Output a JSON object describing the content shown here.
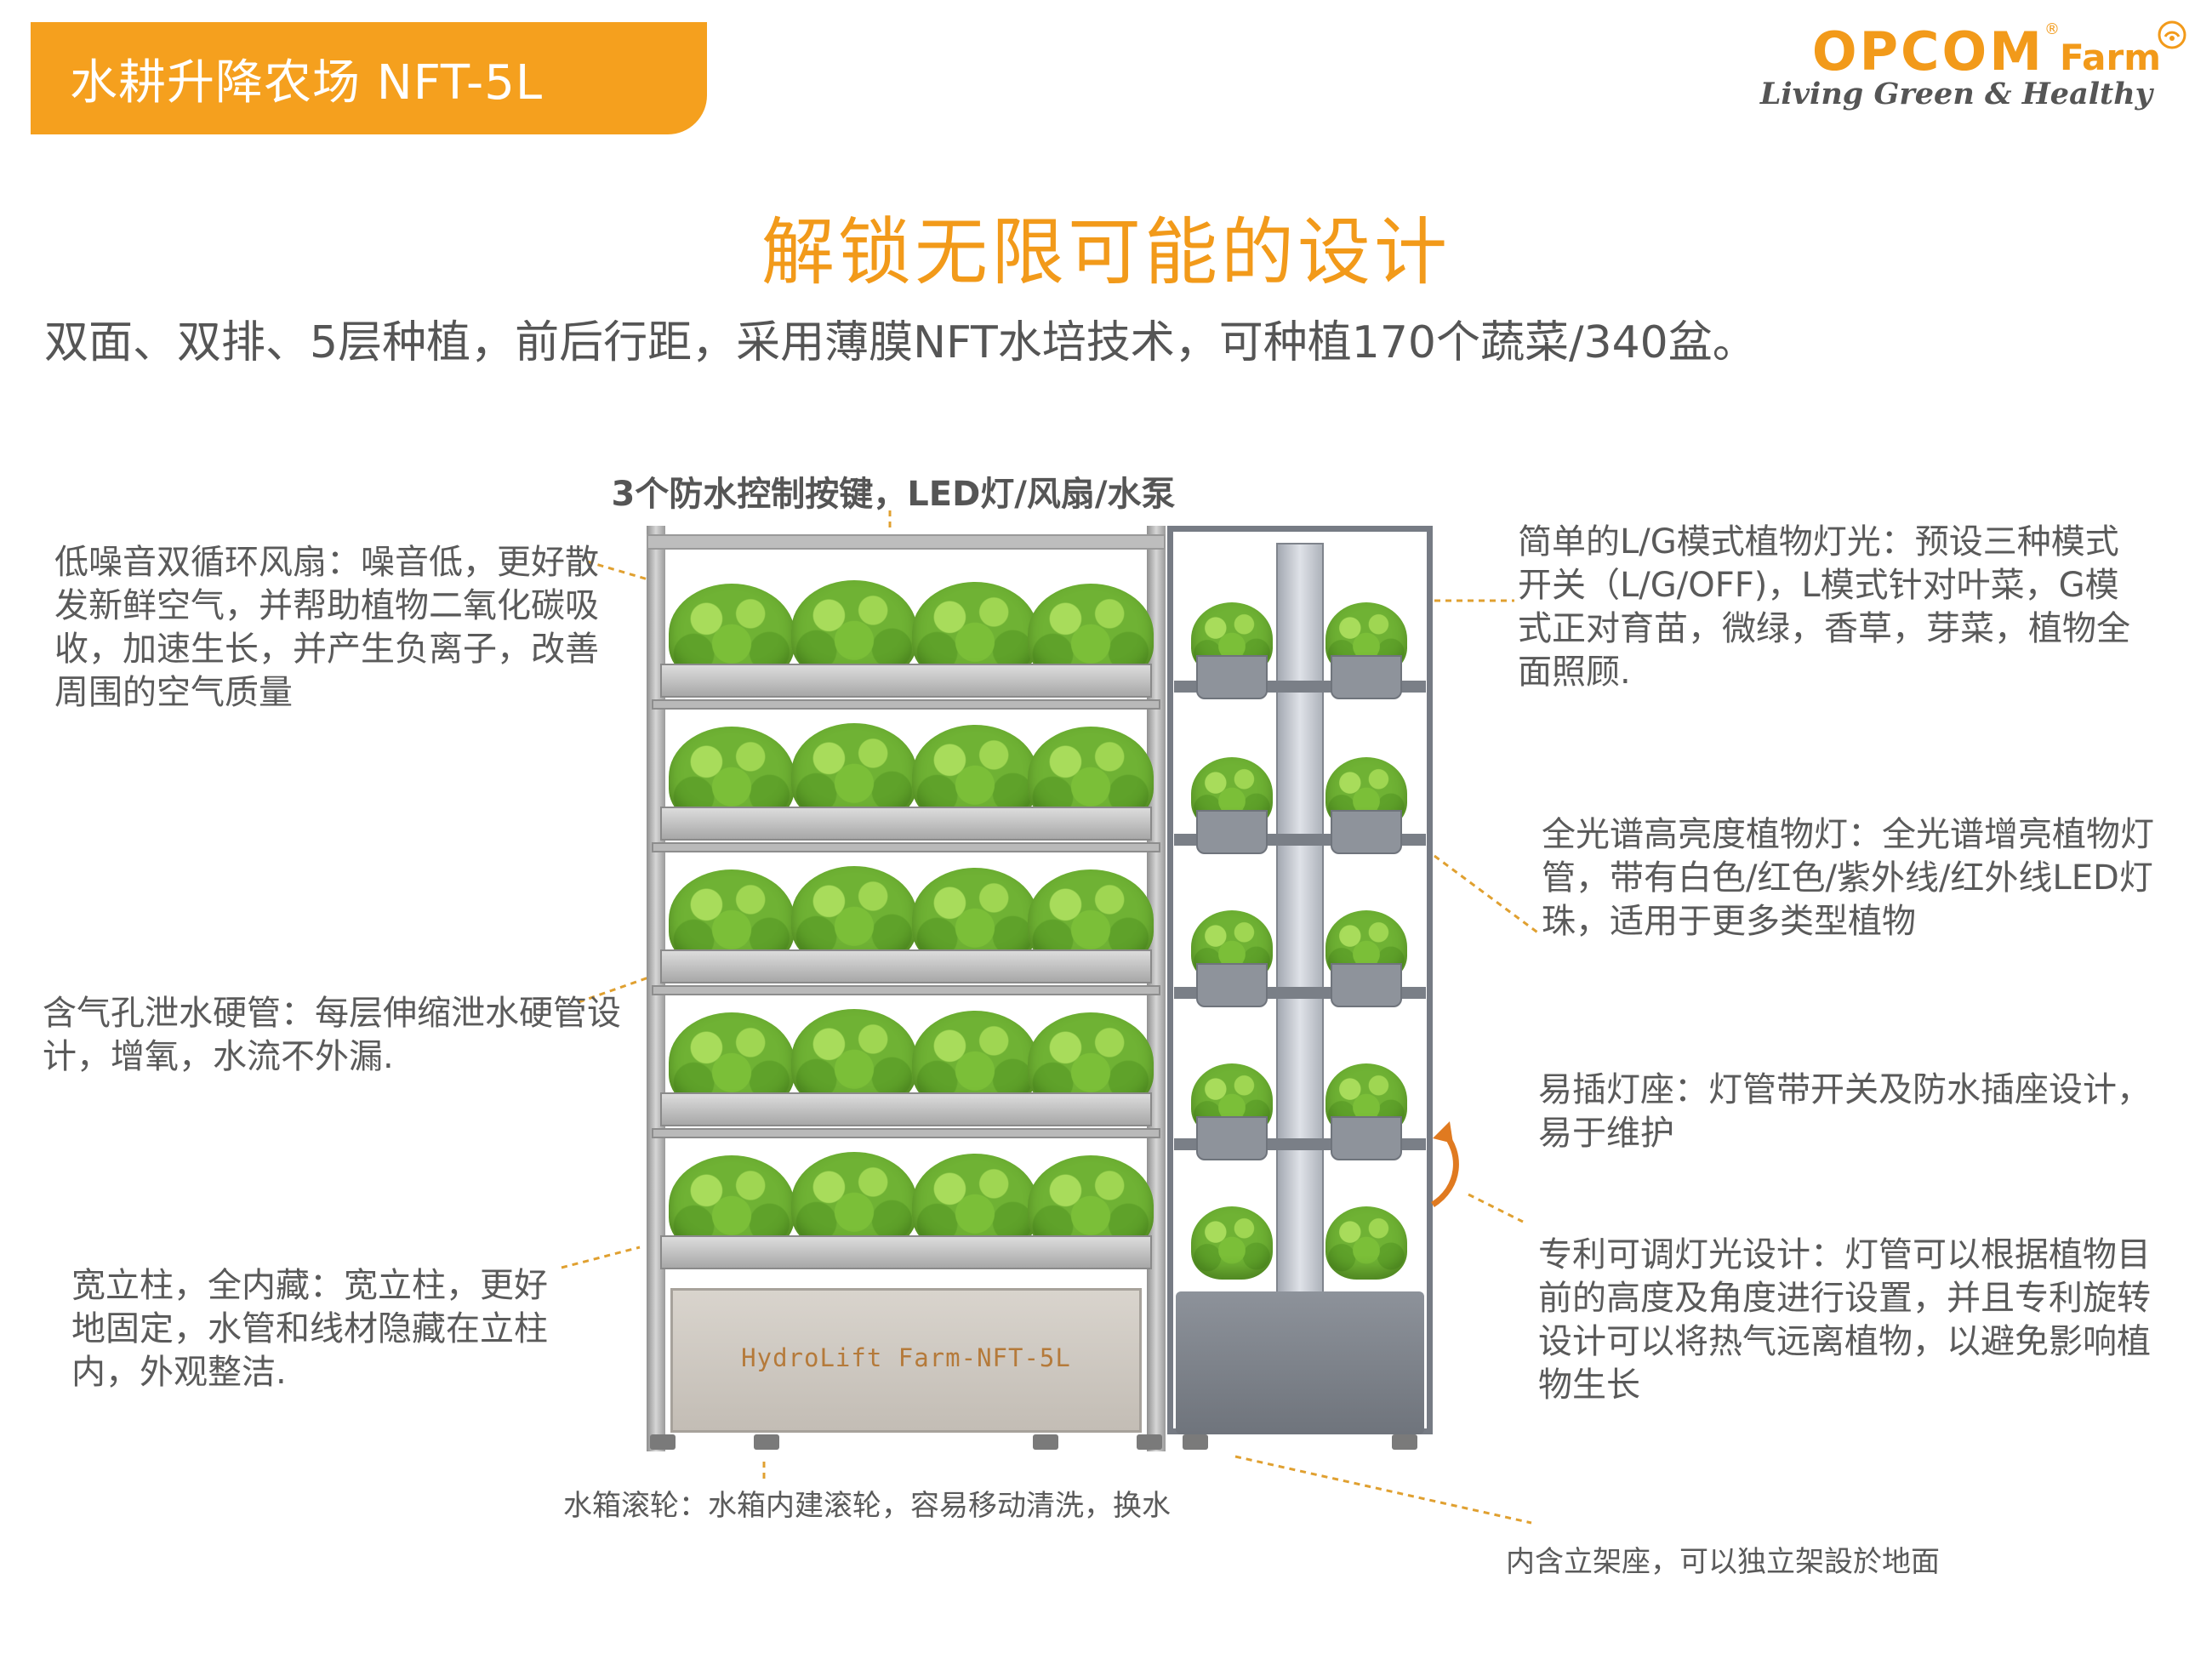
{
  "header": {
    "title": "水耕升降农场 NFT-5L"
  },
  "logo": {
    "brand": "OPCOM",
    "registered_mark": "®",
    "suffix": "Farm",
    "tagline": "Living Green & Healthy"
  },
  "headline": "解锁无限可能的设计",
  "subheading": "双面、双排、5层种植，前后行距，采用薄膜NFT水培技术，可种植170个蔬菜/340盆。",
  "product": {
    "tank_label": "HydroLift Farm-NFT-5L"
  },
  "annotations": {
    "control_buttons": "3个防水控制按键，LED灯/风扇/水泵",
    "fan": "低噪音双循环风扇：噪音低，更好散发新鲜空气，并帮助植物二氧化碳吸收，加速生长，并产生负离子，改善周围的空气质量",
    "drain_pipe": "含气孔泄水硬管：每层伸缩泄水硬管设计，增氧，水流不外漏.",
    "column": "宽立柱，全内藏：宽立柱，更好地固定，水管和线材隐藏在立柱内，外观整洁.",
    "wheels": "水箱滚轮：水箱内建滚轮，容易移动清洗，换水",
    "stand": "内含立架座，可以独立架設於地面",
    "lg_light": "简单的L/G模式植物灯光：预设三种模式开关（L/G/OFF)，L模式针对叶菜，G模式正对育苗，微绿，香草，芽菜，植物全面照顾.",
    "full_spectrum": "全光谱高亮度植物灯：全光谱增亮植物灯管，带有白色/红色/紫外线/红外线LED灯珠，适用于更多类型植物",
    "socket": "易插灯座：灯管带开关及防水插座设计，易于维护",
    "adjustable_light": "专利可调灯光设计：灯管可以根据植物目前的高度及角度进行设置，并且专利旋转设计可以将热气远离植物，以避免影响植物生长"
  },
  "colors": {
    "accent": "#f5a01e",
    "text": "#555555",
    "lettuce": "#6fb234",
    "callout_line": "#e0a030"
  }
}
